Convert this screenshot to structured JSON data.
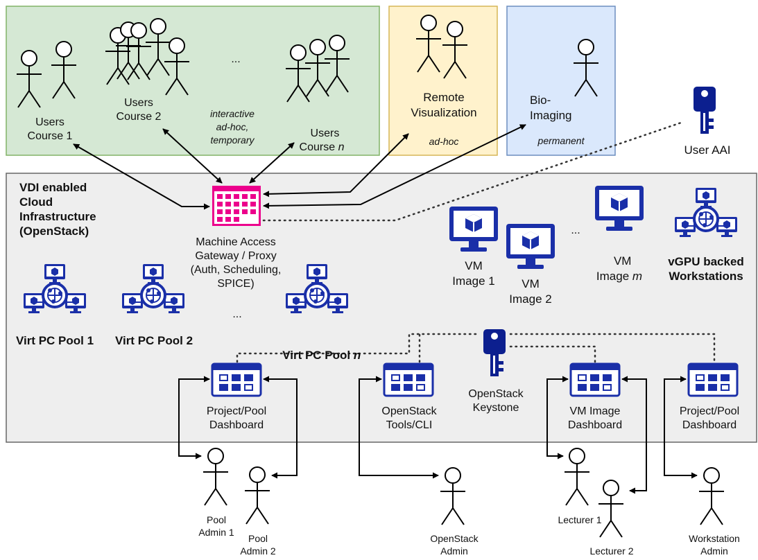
{
  "groups": {
    "courses": {
      "fill": "#d5e8d4",
      "stroke": "#82b366"
    },
    "remote": {
      "fill": "#fff2cc",
      "stroke": "#d6b656"
    },
    "bio": {
      "fill": "#dae8fc",
      "stroke": "#6c8ebf"
    },
    "cloud": {
      "fill": "#eeeeee",
      "stroke": "#666666"
    }
  },
  "colors": {
    "gateway": "#ec008c",
    "navy": "#0c1f8f",
    "line": "#000000"
  },
  "labels": {
    "users_course1": "Users\nCourse 1",
    "users_course2": "Users\nCourse 2",
    "users_ellipsis": "...",
    "interactive": "interactive\nad-hoc,\ntemporary",
    "users_coursen_line1": "Users",
    "users_coursen_line2": "Course ",
    "users_coursen_n": "n",
    "remote_vis": "Remote\nVisualization",
    "remote_adhoc": "ad-hoc",
    "bio_imaging": "Bio-\nImaging",
    "bio_permanent": "permanent",
    "user_aai": "User AAI",
    "cloud_title": "VDI enabled\nCloud\nInfrastructure\n(OpenStack)",
    "gateway": "Machine Access\nGateway / Proxy\n(Auth, Scheduling,\nSPICE)",
    "pool_ellipsis": "...",
    "virt_pool_1": "Virt PC Pool 1",
    "virt_pool_2": "Virt PC Pool 2",
    "virt_pool_n_prefix": "Virt PC Pool ",
    "virt_pool_n_n": "n",
    "vm_image1": "VM\nImage 1",
    "vm_image2": "VM\nImage 2",
    "vm_ellipsis": "...",
    "vm_imagem_line1": "VM",
    "vm_imagem_prefix": "Image ",
    "vm_imagem_m": "m",
    "vgpu": "vGPU backed\nWorkstations",
    "keystone": "OpenStack\nKeystone",
    "dash_project1": "Project/Pool\nDashboard",
    "dash_tools": "OpenStack\nTools/CLI",
    "dash_vmimage": "VM Image\nDashboard",
    "dash_project2": "Project/Pool\nDashboard",
    "pool_admin1": "Pool\nAdmin 1",
    "pool_admin2": "Pool\nAdmin 2",
    "openstack_admin": "OpenStack\nAdmin",
    "lecturer1": "Lecturer 1",
    "lecturer2": "Lecturer 2",
    "workstation_admin": "Workstation\nAdmin"
  }
}
